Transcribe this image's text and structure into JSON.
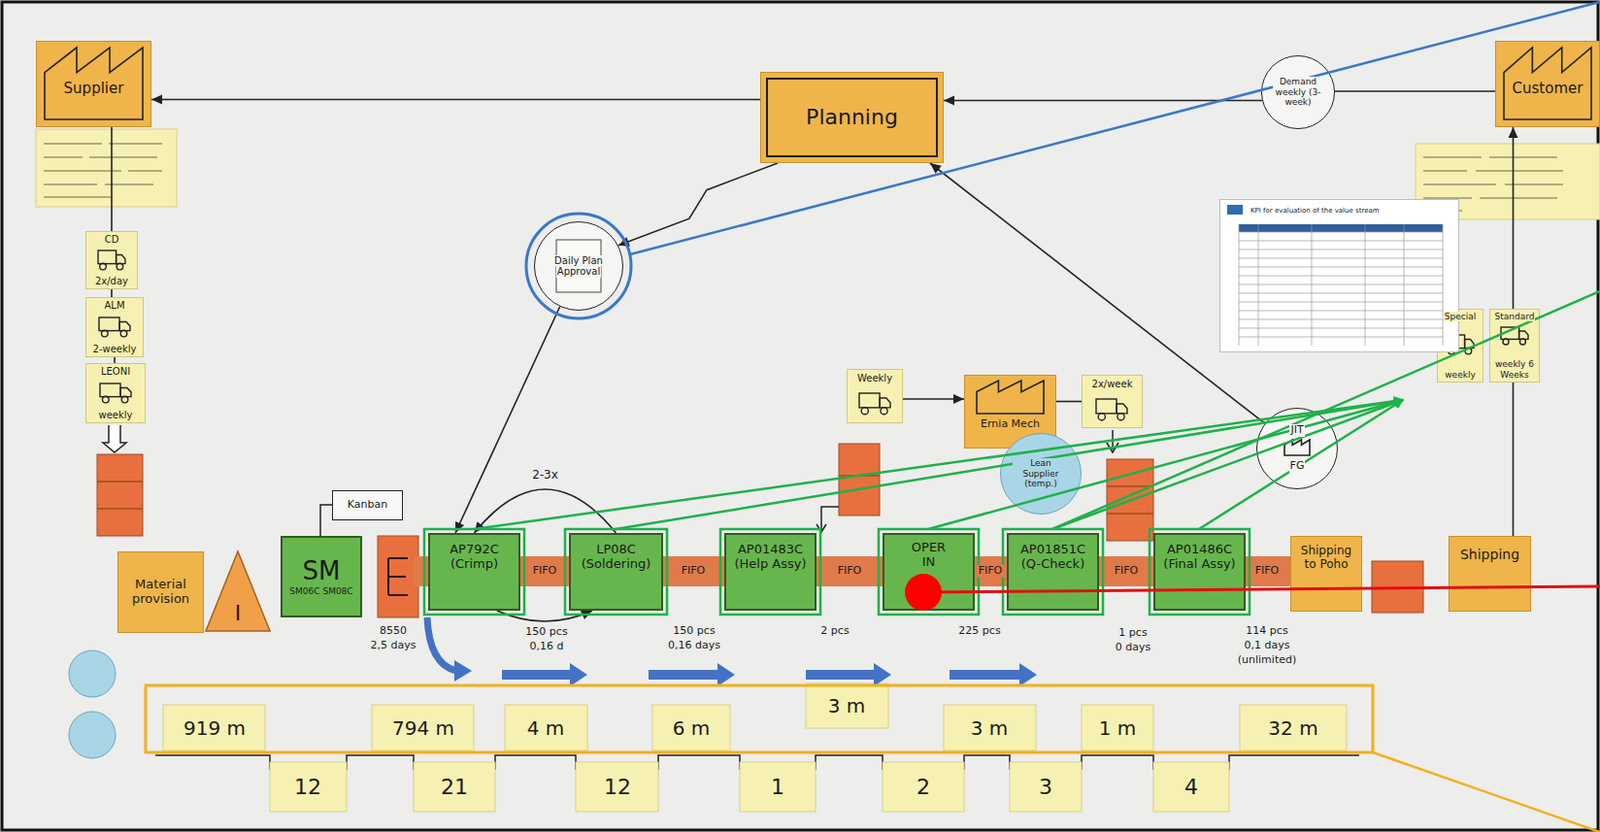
{
  "diagram": {
    "nodes": [
      {
        "text": [
          "Supplier"
        ]
      },
      {
        "text": [
          "Planning"
        ]
      },
      {
        "text": [
          "Demand weekly (3-week)"
        ]
      },
      {
        "text": [
          "Customer"
        ]
      },
      {
        "text": [
          "Daily Plan",
          "Approval"
        ]
      },
      {
        "text": [
          "CD",
          "2x/day"
        ]
      },
      {
        "text": [
          "ALM",
          "2-weekly"
        ]
      },
      {
        "text": [
          "LEONI",
          "weekly"
        ]
      },
      {
        "text": [
          "Material provision"
        ]
      },
      {
        "text": [
          "I"
        ]
      },
      {
        "text": [
          "SM",
          "SM06C SM08C"
        ]
      },
      {
        "text": [
          "Kanban"
        ]
      },
      {
        "text": [
          "AP792C (Crimp)"
        ]
      },
      {
        "text": [
          "LP08C (Soldering)"
        ]
      },
      {
        "text": [
          "AP01483C (Help Assy)"
        ]
      },
      {
        "text": [
          "OPER",
          "IN"
        ]
      },
      {
        "text": [
          "AP01851C (Q-Check)"
        ]
      },
      {
        "text": [
          "AP01486C (Final Assy)"
        ]
      },
      {
        "text": [
          "Shipping to Poho"
        ]
      },
      {
        "text": [
          "Shipping"
        ]
      },
      {
        "text": [
          "Special",
          "weekly"
        ]
      },
      {
        "text": [
          "Standard",
          "weekly 6 Weeks"
        ]
      },
      {
        "text": [
          "Weekly"
        ]
      },
      {
        "text": [
          "Ernia Mech"
        ]
      },
      {
        "text": [
          "2x/week"
        ]
      },
      {
        "text": [
          "Lean Supplier (temp.)"
        ]
      },
      {
        "text": [
          "JIT",
          "FG"
        ]
      },
      {
        "text": [
          "KPI for evaluation of the value stream"
        ]
      }
    ],
    "edges": [
      {
        "from": 1,
        "to": 0,
        "arrow": "to"
      },
      {
        "from": 3,
        "to": 2,
        "arrow": "none"
      },
      {
        "from": 2,
        "to": 1,
        "arrow": "to"
      },
      {
        "from": 1,
        "to": 4,
        "arrow": "to"
      },
      {
        "from": 4,
        "to": 12,
        "arrow": "to"
      },
      {
        "from": 0,
        "to": 5,
        "arrow": "none"
      },
      {
        "from": 5,
        "to": 6,
        "arrow": "none"
      },
      {
        "from": 6,
        "to": 7,
        "arrow": "none"
      },
      {
        "from": 13,
        "to": 12,
        "arrow": "to",
        "label": "2-3x"
      },
      {
        "from": 12,
        "to": 13,
        "arrow": "to"
      },
      {
        "from": 22,
        "to": 23,
        "arrow": "to"
      },
      {
        "from": 23,
        "to": 24,
        "arrow": "none"
      },
      {
        "from": 26,
        "to": 1,
        "arrow": "to"
      },
      {
        "from": 19,
        "to": 3,
        "arrow": "to"
      }
    ],
    "labels": [
      "FIFO",
      "FIFO",
      "FIFO",
      "FIFO",
      "FIFO",
      "FIFO",
      "8550",
      "2,5 days",
      "150 pcs",
      "0,16 d",
      "150 pcs",
      "0,16 days",
      "2 pcs",
      "225 pcs",
      "1 pcs",
      "0 days",
      "114 pcs",
      "0,1 days",
      "(unlimited)",
      "919 m",
      "794 m",
      "4 m",
      "6 m",
      "3 m",
      "3 m",
      "1 m",
      "32 m",
      "12",
      "21",
      "12",
      "1",
      "2",
      "3",
      "4"
    ]
  }
}
